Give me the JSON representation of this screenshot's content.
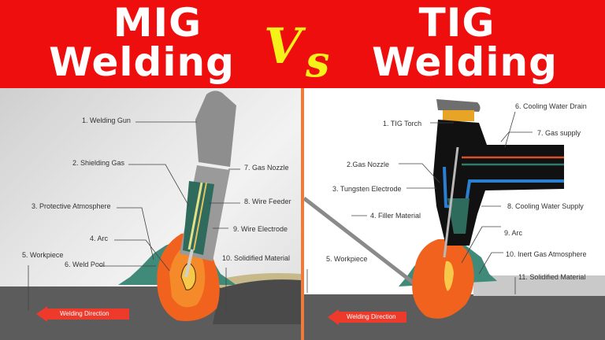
{
  "banner": {
    "left_title_line1": "MIG",
    "left_title_line2": "Welding",
    "vs_v": "V",
    "vs_s": "s",
    "right_title_line1": "TIG",
    "right_title_line2": "Welding",
    "background_color": "#ee0e0e",
    "vs_color": "#f5f21a"
  },
  "mig": {
    "labels": [
      "1. Welding Gun",
      "2. Shielding Gas",
      "3. Protective Atmosphere",
      "4. Arc",
      "5. Workpiece",
      "6. Weld Pool",
      "7. Gas Nozzle",
      "8. Wire Feeder",
      "9. Wire Electrode",
      "10. Solidified Material"
    ],
    "direction_label": "Welding Direction"
  },
  "tig": {
    "labels": [
      "1. TIG Torch",
      "2.Gas Nozzle",
      "3. Tungsten Electrode",
      "4. Filler Material",
      "5. Workpiece",
      "6. Cooling Water Drain",
      "7. Gas supply",
      "8. Cooling Water Supply",
      "9. Arc",
      "10. Inert Gas Atmosphere",
      "11. Solidified Material"
    ],
    "direction_label": "Welding Direction"
  },
  "divider_color": "#f07a3c"
}
